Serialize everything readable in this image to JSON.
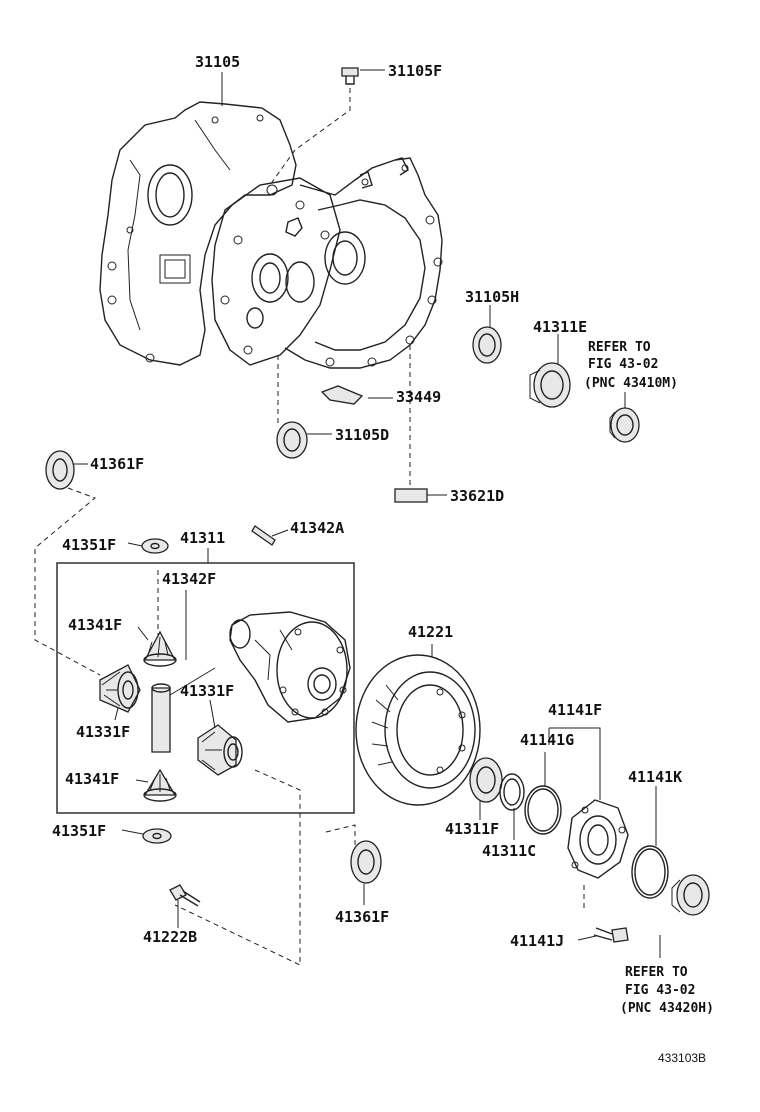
{
  "labels": {
    "p31105": "31105",
    "p31105F": "31105F",
    "p31105H": "31105H",
    "p41311E": "41311E",
    "refer_top_1": "REFER TO",
    "refer_top_2": "FIG 43-02",
    "refer_top_3": "(PNC 43410M)",
    "p33449": "33449",
    "p31105D": "31105D",
    "p41361F_top": "41361F",
    "p33621D": "33621D",
    "p41342A": "41342A",
    "p41351F_top": "41351F",
    "p41311": "41311",
    "p41342F": "41342F",
    "p41341F_top": "41341F",
    "p41331F_left": "41331F",
    "p41331F_right": "41331F",
    "p41341F_bottom": "41341F",
    "p41351F_bottom": "41351F",
    "p41221": "41221",
    "p41141F": "41141F",
    "p41141G": "41141G",
    "p41141K": "41141K",
    "p41311F": "41311F",
    "p41311C": "41311C",
    "p41361F_bottom": "41361F",
    "p41222B": "41222B",
    "p41141J": "41141J",
    "refer_bot_1": "REFER TO",
    "refer_bot_2": "FIG 43-02",
    "refer_bot_3": "(PNC 43420H)",
    "figure_id": "433103B"
  }
}
